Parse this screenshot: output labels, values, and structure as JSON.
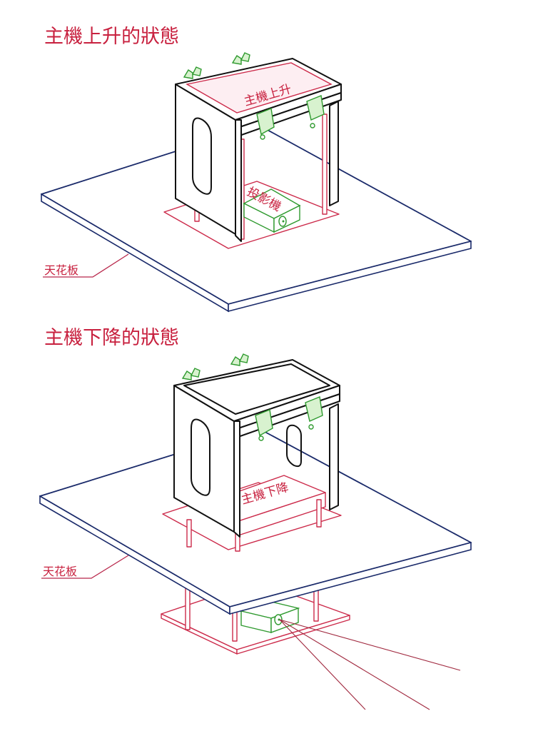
{
  "diagram": {
    "panels": [
      {
        "id": "raised",
        "title": "主機上升的狀態",
        "cabinet_label": "主機上升",
        "projector_label": "投影機",
        "ceiling_label": "天花板"
      },
      {
        "id": "lowered",
        "title": "主機下降的狀態",
        "cabinet_label": "主機下降",
        "ceiling_label": "天花板"
      }
    ],
    "colors": {
      "annotation": "#c8213f",
      "structure": "#111111",
      "ceiling": "#1a2a6a",
      "projector": "#2f9a2f",
      "lift_frame": "#cc2a4a"
    }
  }
}
